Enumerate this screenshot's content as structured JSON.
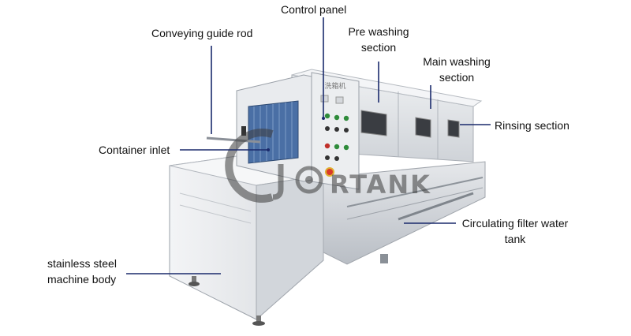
{
  "labels": {
    "control_panel": "Control panel",
    "conveying_guide_rod": "Conveying guide rod",
    "pre_washing": [
      "Pre washing",
      "section"
    ],
    "main_washing": [
      "Main washing",
      "section"
    ],
    "rinsing": "Rinsing section",
    "container_inlet": "Container inlet",
    "circulating_tank": [
      "Circulating filter water",
      "tank"
    ],
    "machine_body": [
      "stainless steel",
      "machine body"
    ]
  },
  "panel_text": "洗箱机",
  "watermark": "JORTANK",
  "colors": {
    "leader": "#1a2a6c",
    "steel_light": "#e9ebee",
    "steel_mid": "#c9cdd3",
    "steel_dark": "#9aa0a8",
    "curtain": "#4a6fa5",
    "window": "#3a3d42",
    "button_green": "#2e8b3a",
    "button_red": "#c0302a"
  }
}
